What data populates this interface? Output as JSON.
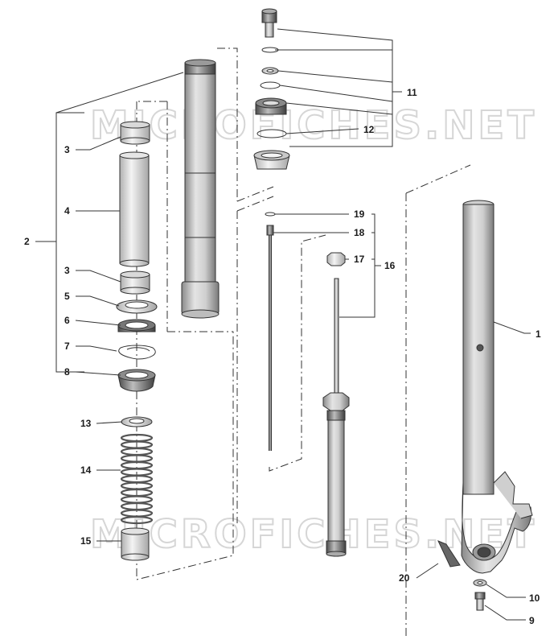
{
  "watermark": "MICROFICHES.NET",
  "callouts": {
    "c1": "1",
    "c2": "2",
    "c3a": "3",
    "c3b": "3",
    "c4": "4",
    "c5": "5",
    "c6": "6",
    "c7": "7",
    "c8": "8",
    "c9": "9",
    "c10": "10",
    "c11": "11",
    "c12": "12",
    "c13": "13",
    "c14": "14",
    "c15": "15",
    "c16": "16",
    "c17": "17",
    "c18": "18",
    "c19": "19",
    "c20": "20"
  }
}
